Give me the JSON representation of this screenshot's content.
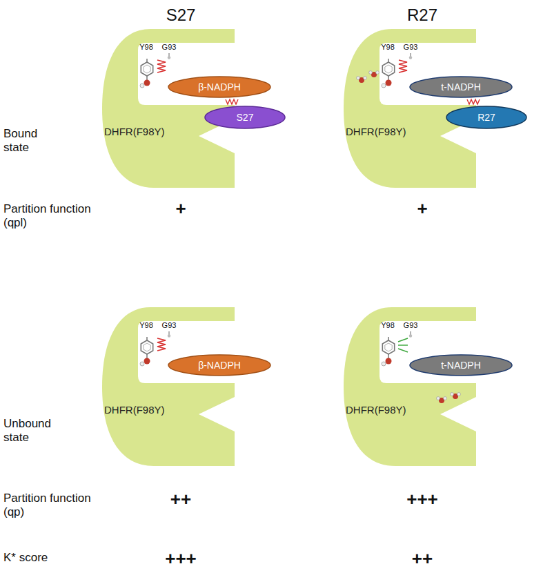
{
  "diagram": {
    "nodes": [
      {
        "text": [
          "DHFR(F98Y)"
        ]
      },
      {
        "text": [
          "β-NADPH"
        ],
        "in": 0
      },
      {
        "text": [
          "S27"
        ]
      },
      {
        "text": [
          "DHFR(F98Y)"
        ]
      },
      {
        "text": [
          "t-NADPH"
        ],
        "in": 3
      },
      {
        "text": [
          "R27"
        ]
      },
      {
        "text": [
          "DHFR(F98Y)"
        ]
      },
      {
        "text": [
          "β-NADPH"
        ],
        "in": 6
      },
      {
        "text": [
          "DHFR(F98Y)"
        ]
      },
      {
        "text": [
          "t-NADPH"
        ],
        "in": 8
      }
    ],
    "labels": [
      "S27",
      "R27",
      "Y98",
      "G93",
      "Y98",
      "G93",
      "Bound state",
      "Partition function (qpl)",
      "+",
      "+",
      "Y98",
      "G93",
      "Y98",
      "G93",
      "Unbound state",
      "Partition function (qp)",
      "++",
      "+++",
      "K* score",
      "+++",
      "++"
    ]
  }
}
